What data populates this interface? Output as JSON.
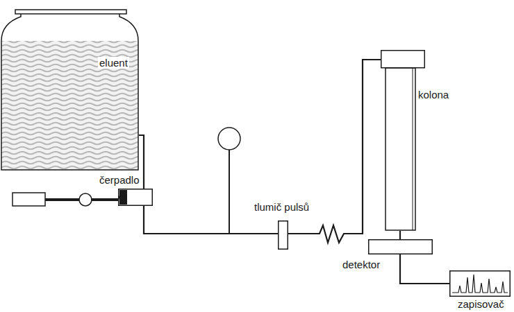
{
  "diagram": {
    "nodes": [
      {
        "text": [
          "eluent"
        ]
      },
      {
        "text": [
          "čerpadlo"
        ]
      },
      {
        "text": [
          "tlumič pulsů"
        ]
      },
      {
        "text": [
          "kolona"
        ]
      },
      {
        "text": [
          "detektor"
        ]
      },
      {
        "text": [
          "zapisovač"
        ]
      }
    ],
    "edges": [
      {
        "from": 0,
        "to": 1,
        "arrow": "none"
      },
      {
        "from": 1,
        "to": 2,
        "arrow": "none"
      },
      {
        "from": 2,
        "to": 3,
        "arrow": "none"
      },
      {
        "from": 3,
        "to": 4,
        "arrow": "none"
      },
      {
        "from": 4,
        "to": 5,
        "arrow": "none"
      }
    ]
  }
}
